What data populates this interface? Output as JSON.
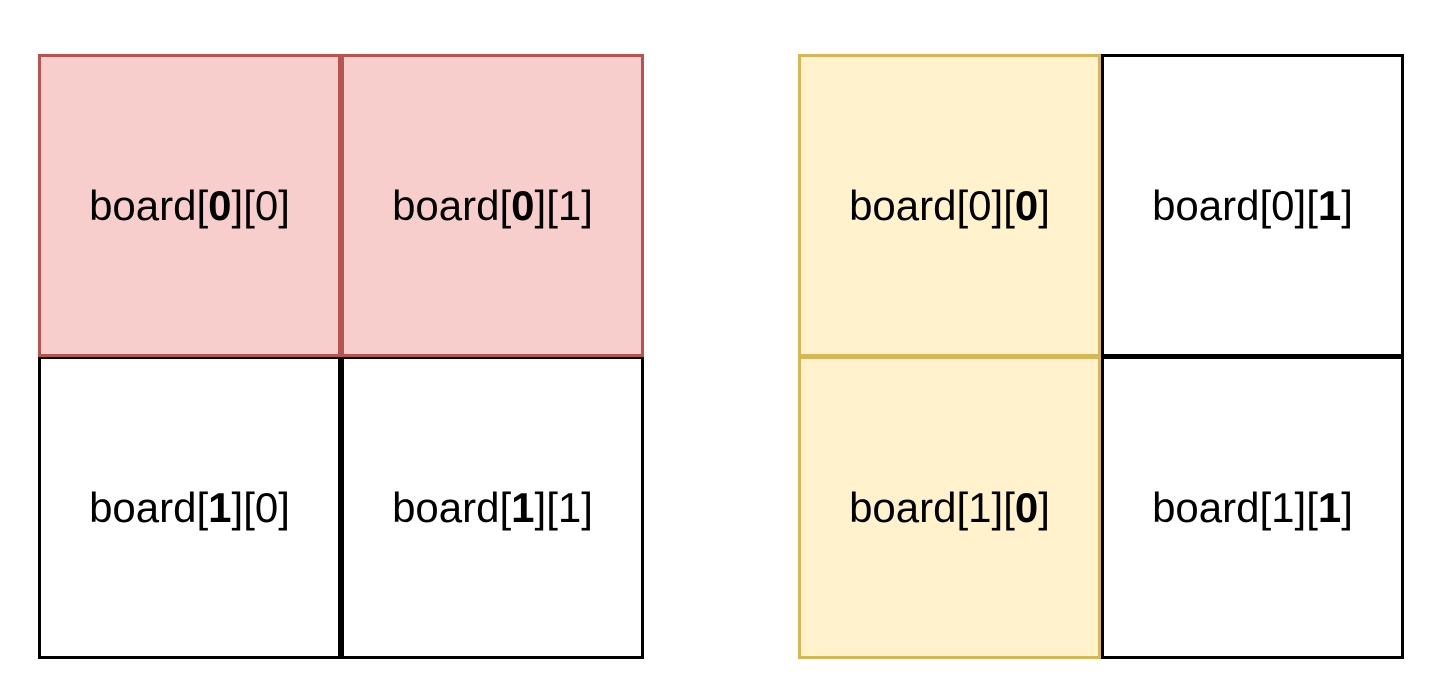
{
  "colors": {
    "row_highlight_fill": "#f8cecc",
    "row_highlight_border": "#b85450",
    "col_highlight_fill": "#fff2cc",
    "col_highlight_border": "#d6b656",
    "cell_border": "#000000",
    "cell_fill": "#ffffff"
  },
  "grids": [
    {
      "highlight": "row",
      "cells": [
        {
          "row": 0,
          "col": 0,
          "highlighted": true,
          "prefix": "board[",
          "bold": "0",
          "suffix": "][0]"
        },
        {
          "row": 0,
          "col": 1,
          "highlighted": true,
          "prefix": "board[",
          "bold": "0",
          "suffix": "][1]"
        },
        {
          "row": 1,
          "col": 0,
          "highlighted": false,
          "prefix": "board[",
          "bold": "1",
          "suffix": "][0]"
        },
        {
          "row": 1,
          "col": 1,
          "highlighted": false,
          "prefix": "board[",
          "bold": "1",
          "suffix": "][1]"
        }
      ]
    },
    {
      "highlight": "column",
      "cells": [
        {
          "row": 0,
          "col": 0,
          "highlighted": true,
          "prefix": "board[0][",
          "bold": "0",
          "suffix": "]"
        },
        {
          "row": 0,
          "col": 1,
          "highlighted": false,
          "prefix": "board[0][",
          "bold": "1",
          "suffix": "]"
        },
        {
          "row": 1,
          "col": 0,
          "highlighted": true,
          "prefix": "board[1][",
          "bold": "0",
          "suffix": "]"
        },
        {
          "row": 1,
          "col": 1,
          "highlighted": false,
          "prefix": "board[1][",
          "bold": "1",
          "suffix": "]"
        }
      ]
    }
  ]
}
